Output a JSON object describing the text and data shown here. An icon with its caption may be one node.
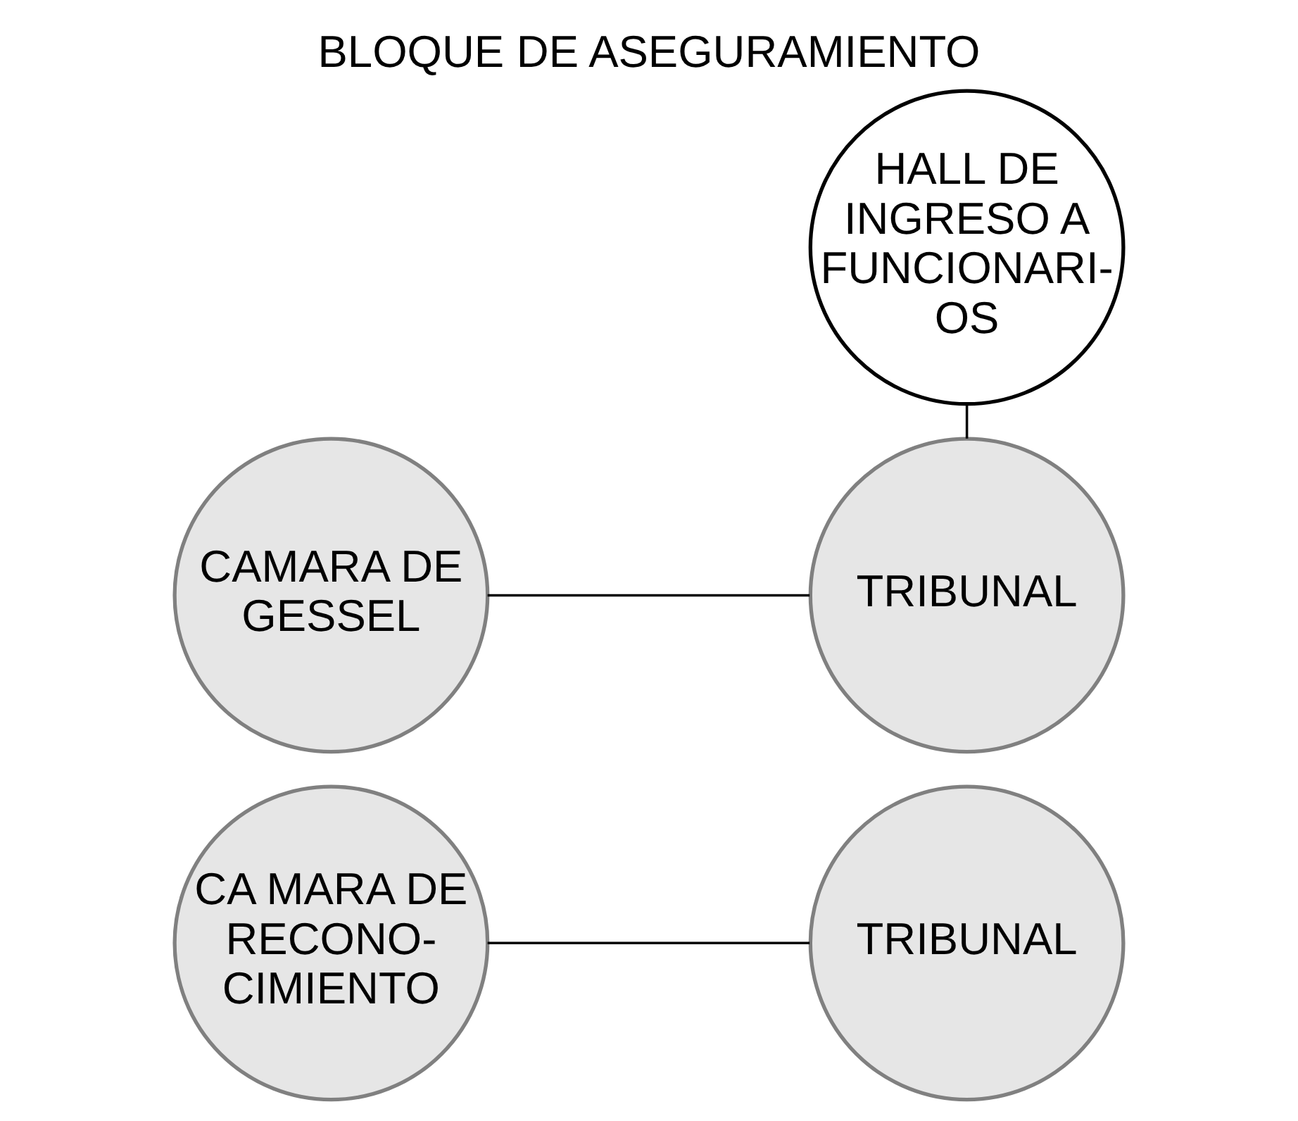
{
  "diagram": {
    "title": "BLOQUE DE ASEGURAMIENTO",
    "nodes": [
      {
        "text": [
          "HALL DE INGRESO A FUNCIONARI- OS"
        ]
      },
      {
        "text": [
          "CAMARA DE GESSEL"
        ]
      },
      {
        "text": [
          "TRIBUNAL"
        ]
      },
      {
        "text": [
          "CA MARA DE RECONO- CIMIENTO"
        ]
      },
      {
        "text": [
          "TRIBUNAL"
        ]
      }
    ],
    "edges": [
      {
        "from": 0,
        "to": 2,
        "arrow": "none"
      },
      {
        "from": 1,
        "to": 2,
        "arrow": "none"
      },
      {
        "from": 3,
        "to": 4,
        "arrow": "none"
      }
    ]
  }
}
